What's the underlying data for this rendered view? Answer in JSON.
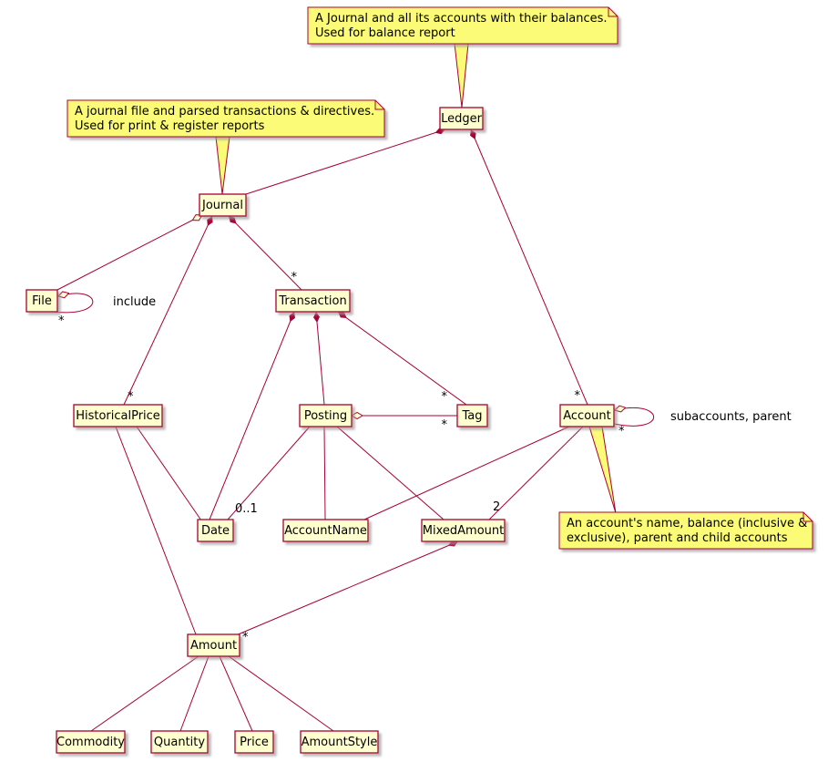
{
  "classes": {
    "ledger": "Ledger",
    "journal": "Journal",
    "file": "File",
    "transaction": "Transaction",
    "historicalPrice": "HistoricalPrice",
    "posting": "Posting",
    "tag": "Tag",
    "account": "Account",
    "date": "Date",
    "accountName": "AccountName",
    "mixedAmount": "MixedAmount",
    "amount": "Amount",
    "commodity": "Commodity",
    "quantity": "Quantity",
    "price": "Price",
    "amountStyle": "AmountStyle"
  },
  "notes": {
    "ledger": {
      "line1": "A Journal and all its accounts with their balances.",
      "line2": "Used for balance report"
    },
    "journal": {
      "line1": "A journal file and parsed transactions & directives.",
      "line2": "Used for print & register reports"
    },
    "account": {
      "line1": "An account's name, balance (inclusive &",
      "line2": "exclusive), parent and child accounts"
    }
  },
  "labels": {
    "many": "*",
    "zero_or_one": "0..1",
    "two": "2",
    "include": "include",
    "subaccounts_parent": "subaccounts, parent"
  },
  "colors": {
    "line": "#A80036",
    "class_fill": "#FEFECE",
    "note_fill": "#FBFB77",
    "text": "#000000",
    "background": "#FFFFFF"
  }
}
